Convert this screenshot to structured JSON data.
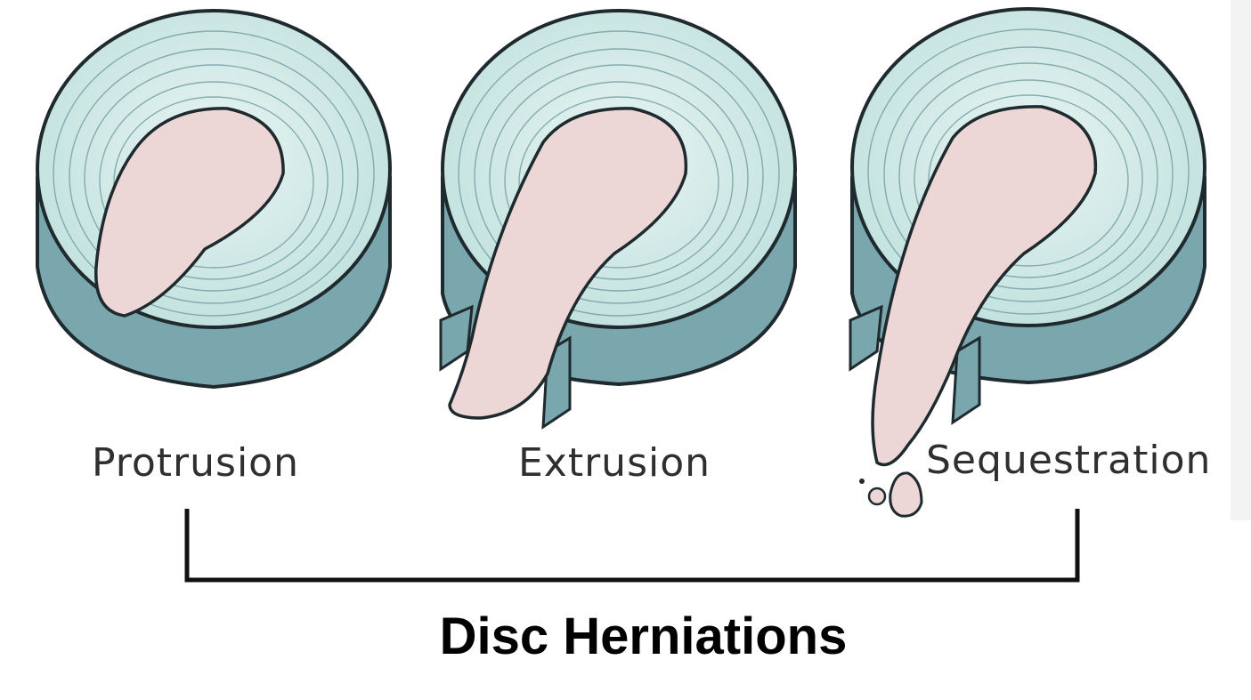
{
  "labels": {
    "protrusion": "Protrusion",
    "extrusion": "Extrusion",
    "sequestration": "Sequestration"
  },
  "title": "Disc Herniations",
  "colors": {
    "disc_top": "#cfe9e6",
    "disc_side": "#7aa6ae",
    "outline": "#1f2a2e",
    "nucleus": "#ecd7d6",
    "bracket": "#111111"
  }
}
